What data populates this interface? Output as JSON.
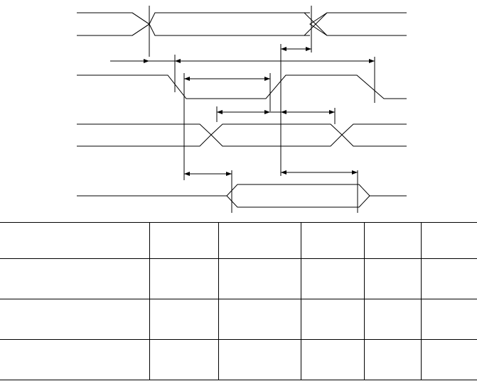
{
  "diagram": {
    "type": "timing-diagram",
    "signals": 4,
    "signal_label_text": [],
    "timing_labels": []
  },
  "table": {
    "columns": 6,
    "rows": [
      [
        "",
        "",
        "",
        "",
        "",
        ""
      ],
      [
        "",
        "",
        "",
        "",
        "",
        ""
      ],
      [
        "",
        "",
        "",
        "",
        "",
        ""
      ],
      [
        "",
        "",
        "",
        "",
        "",
        ""
      ]
    ]
  }
}
